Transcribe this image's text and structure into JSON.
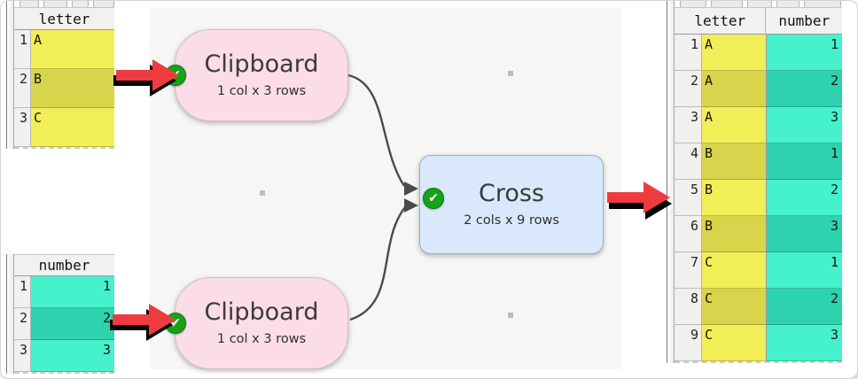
{
  "colors": {
    "letter_cell": "#f2ee58",
    "letter_cell_alt": "#d8d44b",
    "number_cell": "#46f2cb",
    "number_cell_alt": "#2fd2ae",
    "node_pink": "#fbdce8",
    "node_blue": "#d9e9fb",
    "status_green": "#17a317",
    "arrow_red": "#ee3b40"
  },
  "icons": {
    "status_ok": "✔"
  },
  "nodes": {
    "clipboard_top": {
      "title": "Clipboard",
      "subtitle": "1 col x 3 rows"
    },
    "clipboard_bottom": {
      "title": "Clipboard",
      "subtitle": "1 col x 3 rows"
    },
    "cross": {
      "title": "Cross",
      "subtitle": "2 cols x 9 rows"
    }
  },
  "tables": {
    "left_top": {
      "header": "letter",
      "cols": [
        {
          "key": "letter",
          "class": "yellow",
          "align": "left"
        }
      ],
      "rows": [
        {
          "n": "1",
          "letter": "A"
        },
        {
          "n": "2",
          "letter": "B"
        },
        {
          "n": "3",
          "letter": "C"
        }
      ]
    },
    "left_bottom": {
      "header": "number",
      "cols": [
        {
          "key": "number",
          "class": "teal",
          "align": "right"
        }
      ],
      "rows": [
        {
          "n": "1",
          "number": "1"
        },
        {
          "n": "2",
          "number": "2"
        },
        {
          "n": "3",
          "number": "3"
        }
      ]
    },
    "right": {
      "headers": [
        "letter",
        "number"
      ],
      "cols": [
        {
          "key": "letter",
          "class": "yellow",
          "align": "left"
        },
        {
          "key": "number",
          "class": "teal",
          "align": "right"
        }
      ],
      "rows": [
        {
          "n": "1",
          "letter": "A",
          "number": "1"
        },
        {
          "n": "2",
          "letter": "A",
          "number": "2"
        },
        {
          "n": "3",
          "letter": "A",
          "number": "3"
        },
        {
          "n": "4",
          "letter": "B",
          "number": "1"
        },
        {
          "n": "5",
          "letter": "B",
          "number": "2"
        },
        {
          "n": "6",
          "letter": "B",
          "number": "3"
        },
        {
          "n": "7",
          "letter": "C",
          "number": "1"
        },
        {
          "n": "8",
          "letter": "C",
          "number": "2"
        },
        {
          "n": "9",
          "letter": "C",
          "number": "3"
        }
      ]
    }
  }
}
